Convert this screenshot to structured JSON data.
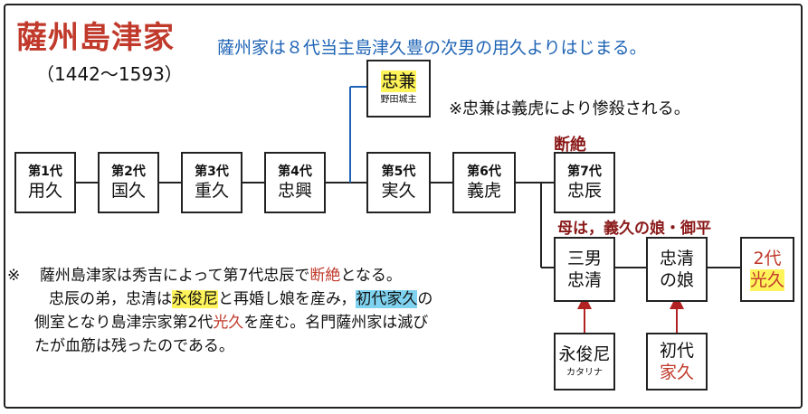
{
  "title": "薩州島津家",
  "years": "（1442～1593）",
  "intro": "薩州家は８代当主島津久豊の次男の用久よりはじまる。",
  "note_tadakane": "※忠兼は義虎により惨殺される。",
  "label_dansetsu": "断絶",
  "label_mother": "母は，義久の娘・御平",
  "generations": [
    {
      "gen": "第1代",
      "name": "用久"
    },
    {
      "gen": "第2代",
      "name": "国久"
    },
    {
      "gen": "第3代",
      "name": "重久"
    },
    {
      "gen": "第4代",
      "name": "忠興"
    },
    {
      "gen": "第5代",
      "name": "実久"
    },
    {
      "gen": "第6代",
      "name": "義虎"
    },
    {
      "gen": "第7代",
      "name": "忠辰"
    }
  ],
  "tadakane": {
    "name": "忠兼",
    "sub": "野田城主"
  },
  "third_son": {
    "line1": "三男",
    "line2": "忠清"
  },
  "daughter": {
    "line1": "忠清",
    "line2": "の娘"
  },
  "mitsuhisa": {
    "gen": "2代",
    "name": "光久"
  },
  "eishunni": {
    "name": "永俊尼",
    "sub": "カタリナ"
  },
  "ietada": {
    "line1": "初代",
    "line2": "家久"
  },
  "note": {
    "mark": "※",
    "l1a": "薩州島津家は秀吉によって第7代忠辰で",
    "l1b": "断絶",
    "l1c": "となる。",
    "l2a": "忠辰の弟，忠清は",
    "l2b": "永俊尼",
    "l2c": "と再婚し娘を産み，",
    "l2d": "初代家久",
    "l2e": "の",
    "l3a": "側室となり島津宗家第2代",
    "l3b": "光久",
    "l3c": "を産む。名門薩州家は滅び",
    "l4": "たが血筋は残ったのである。"
  },
  "colors": {
    "title": "#c0392b",
    "intro": "#1e63b5",
    "highlight_yellow": "#fff35a",
    "highlight_blue": "#7fd3f0",
    "line": "#222222",
    "arrow": "#b22222"
  }
}
